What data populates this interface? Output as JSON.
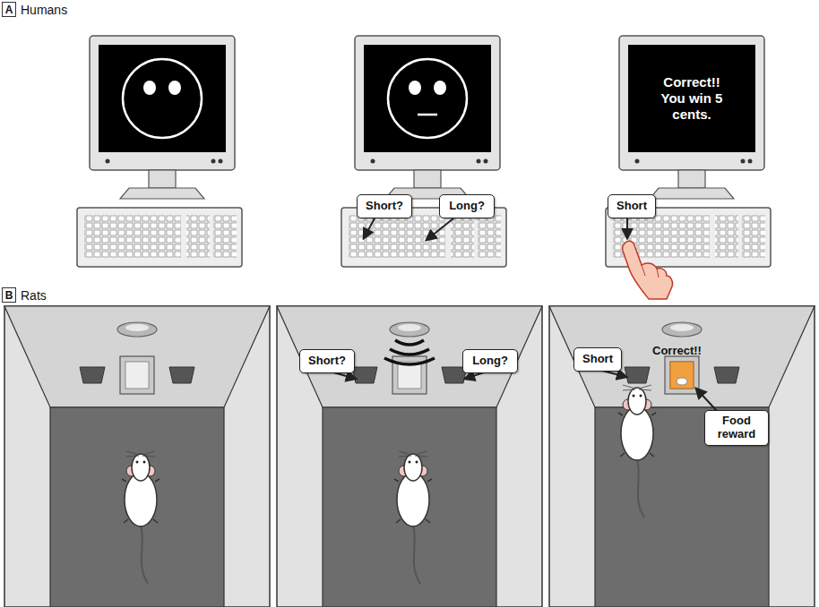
{
  "diagram": {
    "nodes": [
      {
        "text": [
          "A"
        ]
      },
      {
        "text": [
          "Short?"
        ]
      },
      {
        "text": [
          "Long?"
        ]
      },
      {
        "text": [
          "Correct!! You win 5 cents."
        ]
      },
      {
        "text": [
          "Short"
        ]
      },
      {
        "text": [
          "B"
        ]
      },
      {
        "text": [
          "Short?"
        ]
      },
      {
        "text": [
          "Long?"
        ]
      },
      {
        "text": [
          "Short"
        ]
      },
      {
        "text": [
          "Food reward"
        ]
      }
    ],
    "labels": [
      "Humans",
      "Rats",
      "Correct!!"
    ]
  }
}
